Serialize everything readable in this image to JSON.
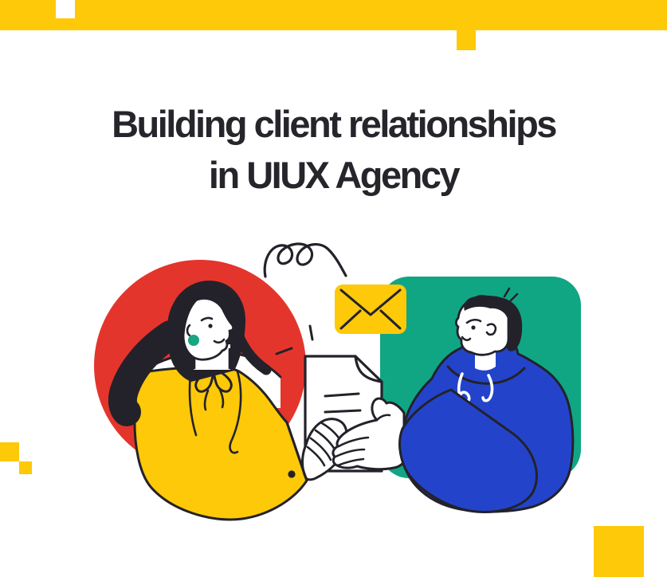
{
  "title": {
    "line1": "Building client relationships",
    "line2": "in UIUX Agency"
  },
  "colors": {
    "yellow": "#fdc908",
    "red": "#e4352c",
    "green": "#10a684",
    "blue": "#2344ca",
    "teal": "#17a583",
    "ink": "#23222a",
    "paper": "#ffffff",
    "title_text": "#26252b"
  },
  "illustration": {
    "alt": "Woman in yellow off-shoulder top backed by red circle hands a document to man in blue hoodie backed by green rounded square",
    "icons": {
      "envelope-icon": "✉",
      "document-icon": "🗎",
      "squiggle-doodle-icon": "〰"
    }
  }
}
